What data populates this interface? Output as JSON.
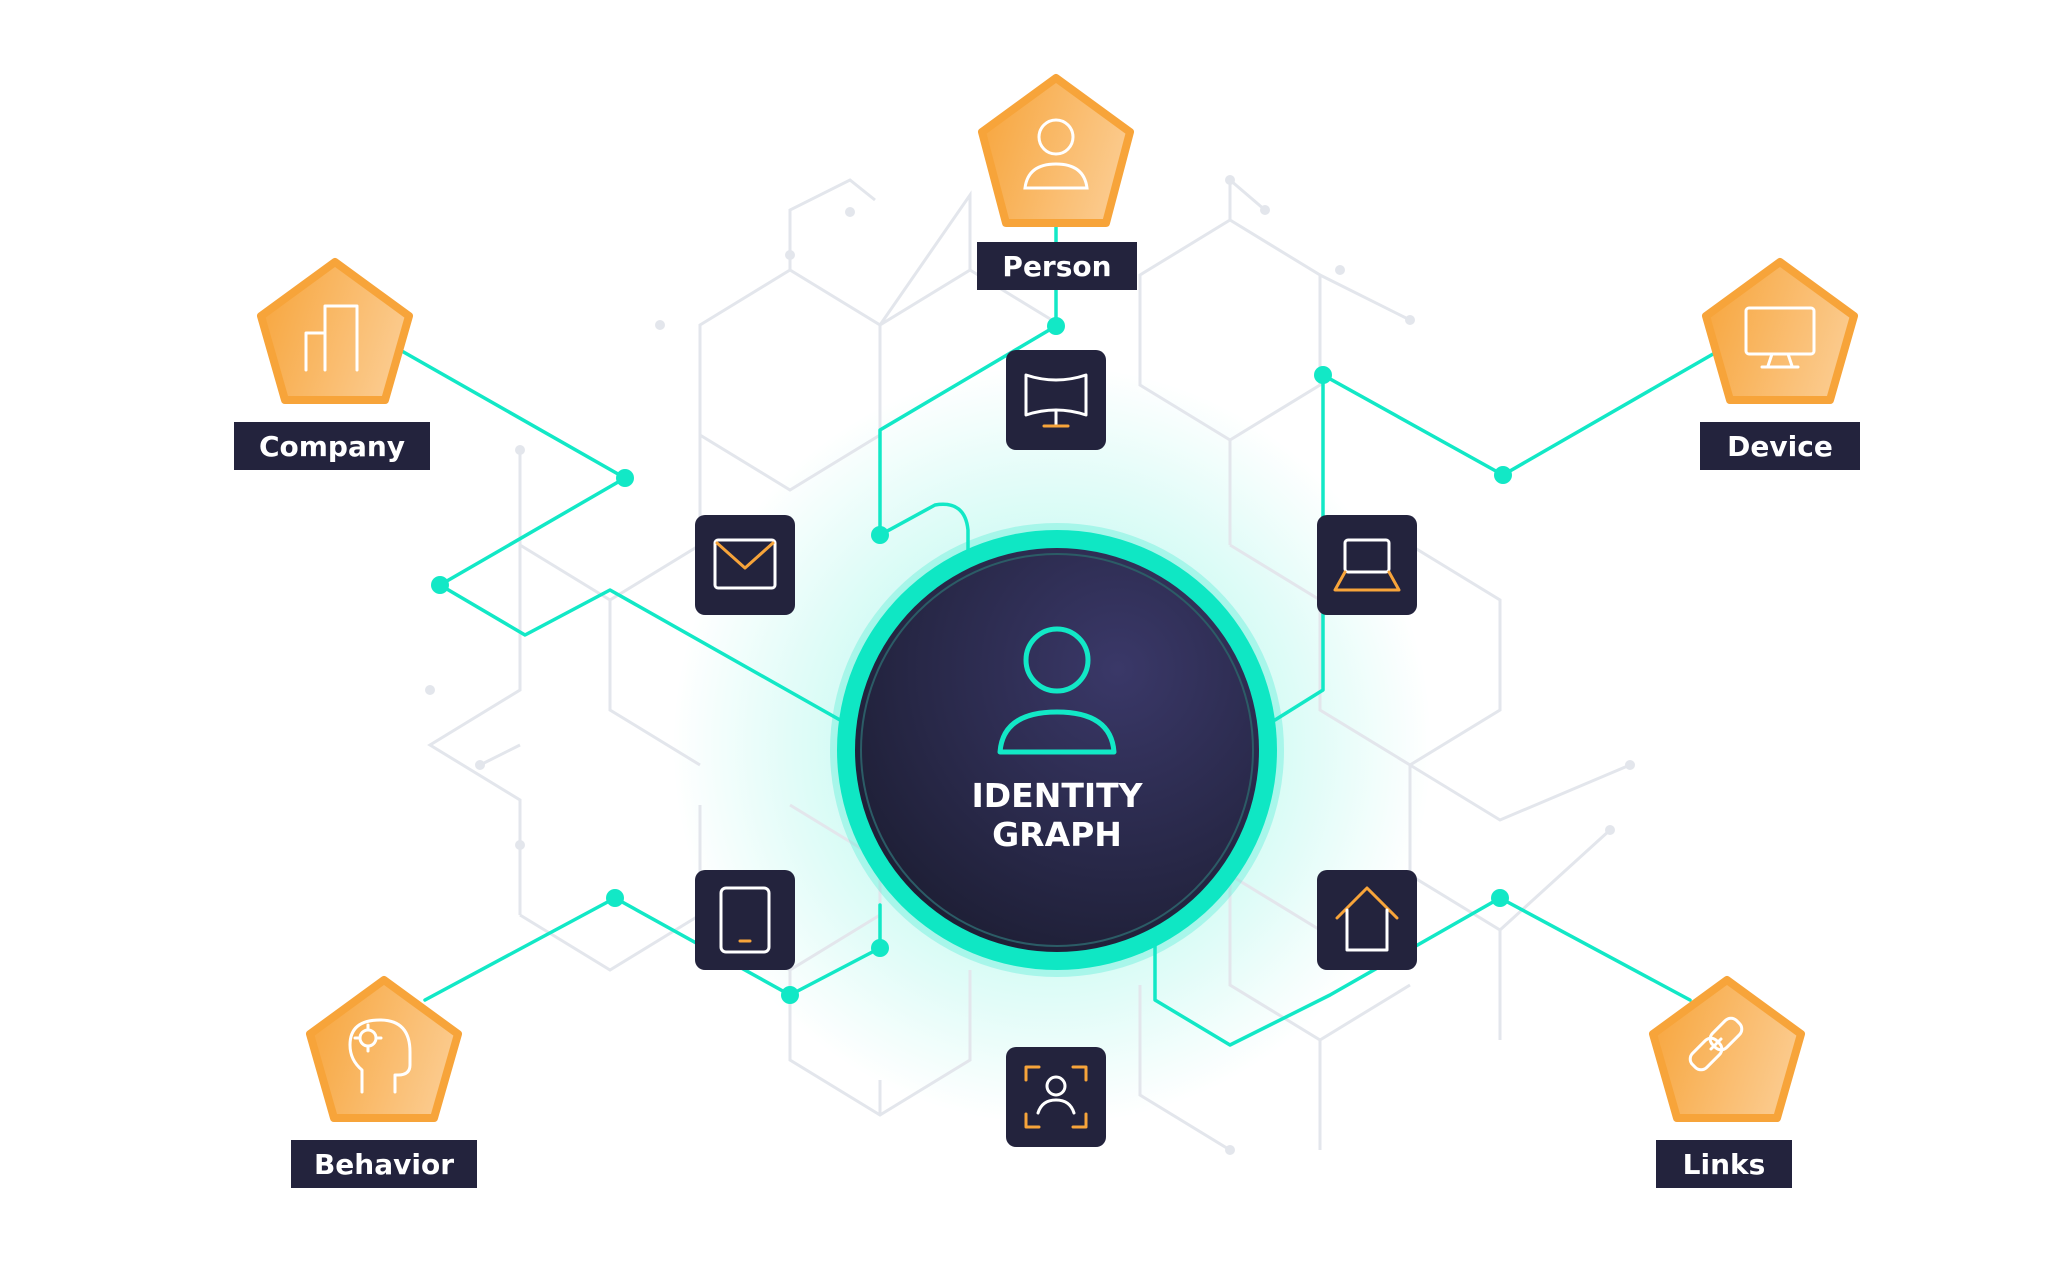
{
  "center": {
    "line1": "IDENTITY",
    "line2": "GRAPH",
    "icon": "person-icon"
  },
  "categories": [
    {
      "id": "person",
      "label": "Person",
      "icon": "person-icon"
    },
    {
      "id": "company",
      "label": "Company",
      "icon": "bar-chart-icon"
    },
    {
      "id": "device",
      "label": "Device",
      "icon": "monitor-icon"
    },
    {
      "id": "behavior",
      "label": "Behavior",
      "icon": "head-gear-icon"
    },
    {
      "id": "links",
      "label": "Links",
      "icon": "link-icon"
    }
  ],
  "channel_icons": [
    "curved-monitor-icon",
    "email-icon",
    "laptop-icon",
    "tablet-icon",
    "home-icon",
    "face-scan-icon"
  ],
  "colors": {
    "accent_teal": "#12e8c6",
    "accent_orange": "#f7a43a",
    "navy": "#23233d",
    "grid": "#e6e8ee"
  }
}
